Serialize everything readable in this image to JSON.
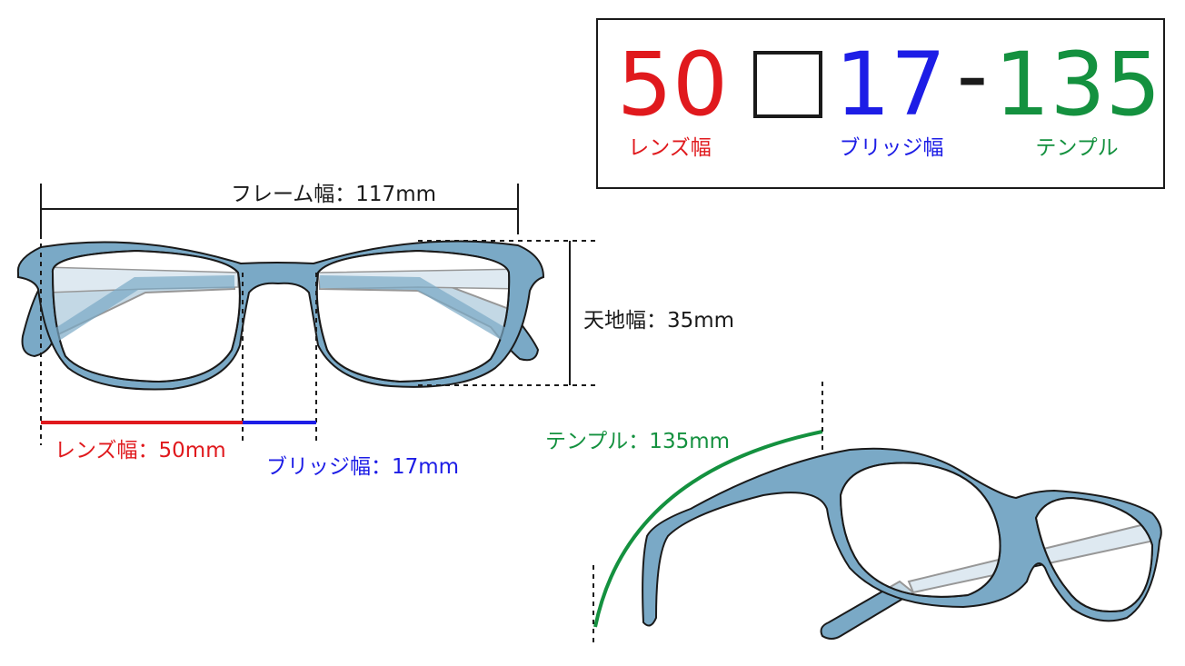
{
  "colors": {
    "lens": "#e0191d",
    "bridge": "#1d1de6",
    "temple": "#14913f",
    "frame_fill": "#7aa9c6",
    "frame_stroke": "#1a1a1a",
    "lens_fill": "#ffffff",
    "line": "#1a1a1a"
  },
  "legend_box": {
    "lens_value": "50",
    "bridge_value": "17",
    "dash": "-",
    "temple_value": "135",
    "lens_label": "レンズ幅",
    "bridge_label": "ブリッジ幅",
    "temple_label": "テンプル"
  },
  "dimensions": {
    "frame_width": "フレーム幅：117mm",
    "height": "天地幅：35mm",
    "lens_width": "レンズ幅：50mm",
    "bridge_width": "ブリッジ幅：17mm",
    "temple_length": "テンプル：135mm"
  }
}
